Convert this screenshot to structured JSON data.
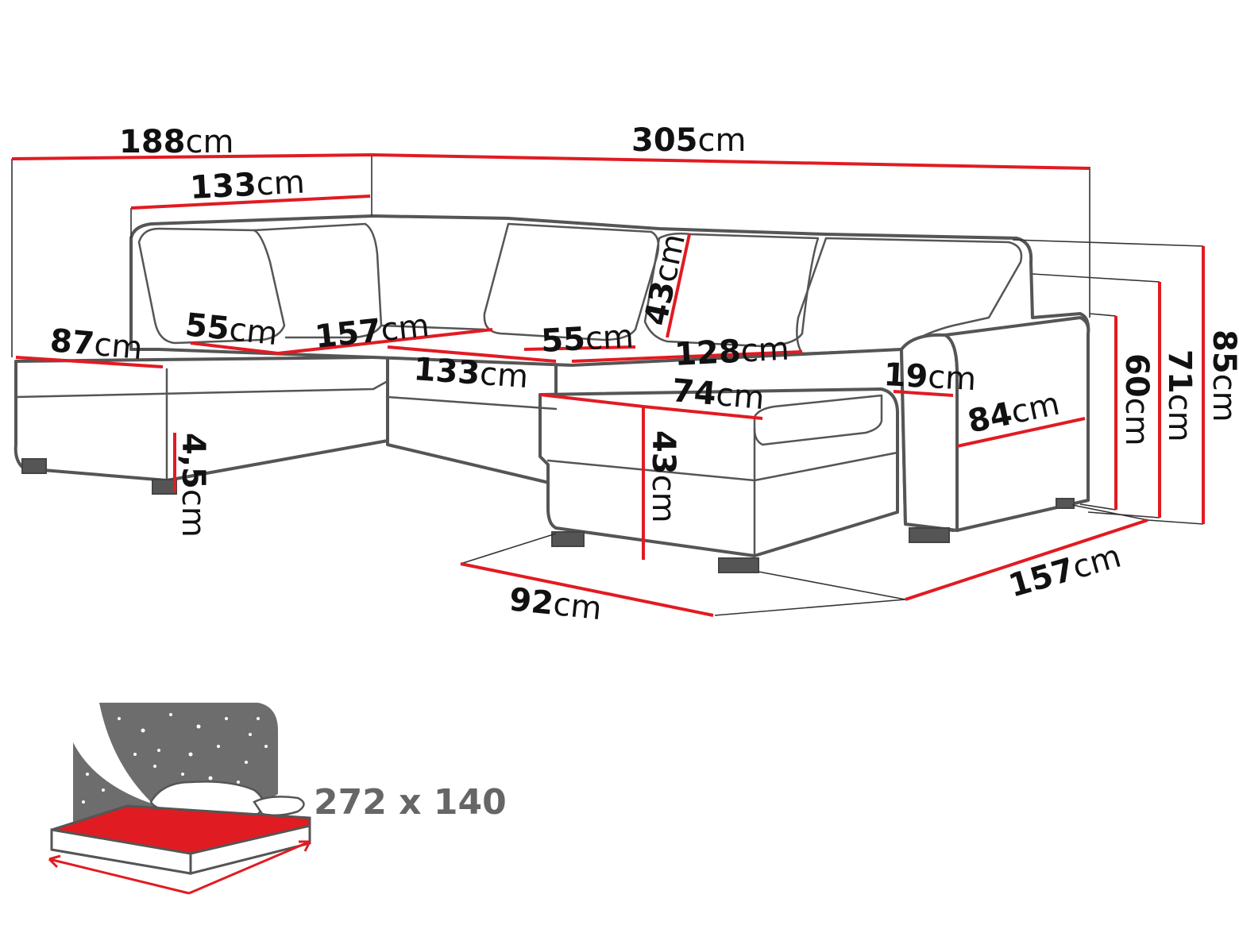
{
  "unit": "cm",
  "dimensions": {
    "overall_width": "305",
    "left_section_width": "188",
    "left_back_width": "133",
    "chaise_left_depth": "87",
    "left_seat_depth": "55",
    "left_seat_width": "157",
    "left_front_width": "133",
    "middle_seat_depth": "55",
    "backrest_height": "43",
    "right_seat_width": "128",
    "right_chaise_width": "74",
    "armrest_width": "19",
    "armrest_depth": "84",
    "seat_height": "43",
    "leg_height": "4,5",
    "arm_height": "60",
    "back_height": "71",
    "total_height": "85",
    "bottom_depth": "92",
    "right_depth": "157"
  },
  "bed": {
    "size_text": "272 x 140"
  },
  "colors": {
    "dimension_line": "#e11b22",
    "outline": "#555555",
    "bed_surface": "#e11b22",
    "night_sky": "#6d6d6d"
  }
}
